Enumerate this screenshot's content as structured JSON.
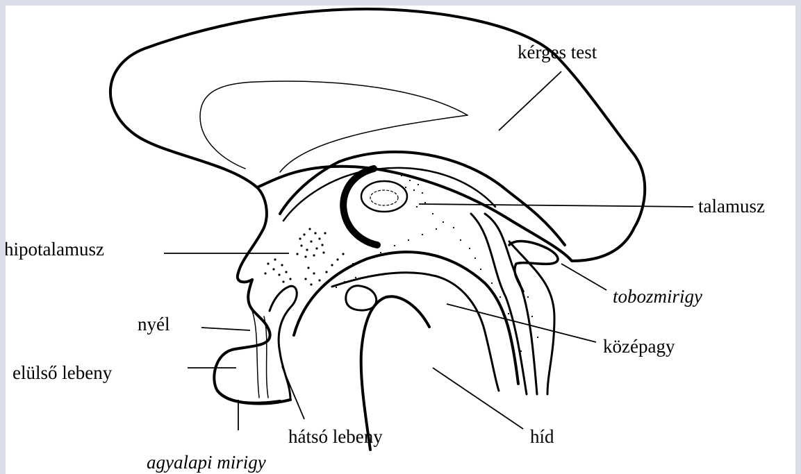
{
  "diagram": {
    "labels": {
      "corpus_callosum": "kérges test",
      "thalamus": "talamusz",
      "hypothalamus": "hipotalamusz",
      "pineal": "tobozmirigy",
      "stalk": "nyél",
      "midbrain": "középagy",
      "anterior_lobe": "elülső lebeny",
      "posterior_lobe": "hátsó lebeny",
      "pons": "híd",
      "pituitary": "agyalapi mirigy"
    }
  }
}
